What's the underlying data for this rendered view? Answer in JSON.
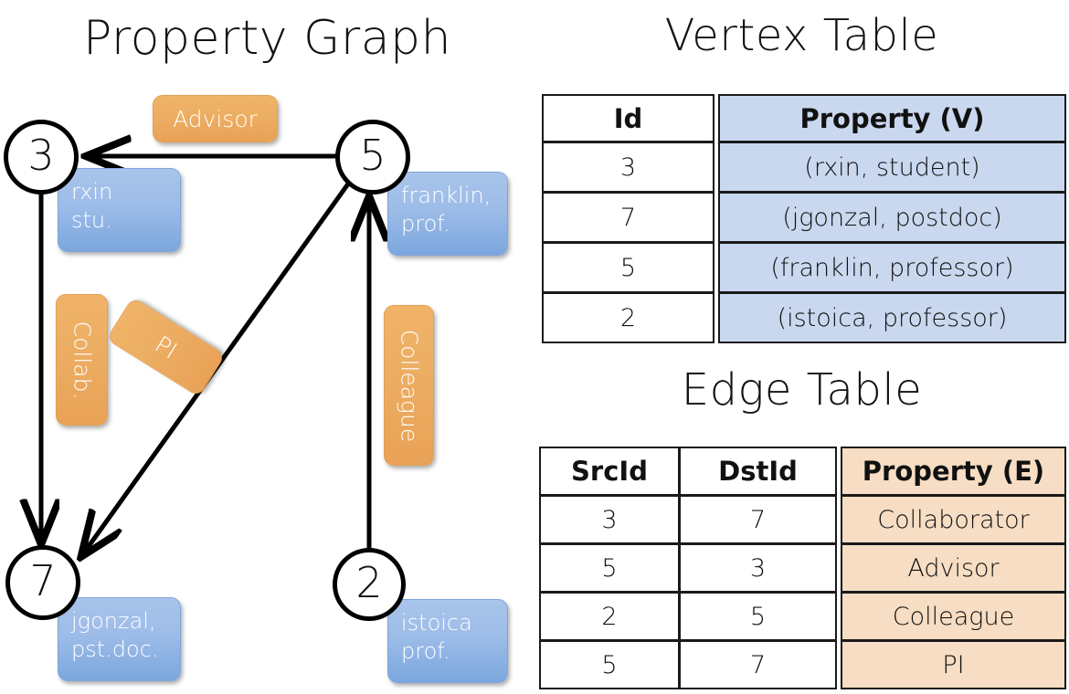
{
  "titles": {
    "property_graph": "Property Graph",
    "vertex_table": "Vertex Table",
    "edge_table": "Edge Table"
  },
  "graph": {
    "nodes": [
      {
        "id": "3",
        "label": "3",
        "property_line1": "rxin",
        "property_line2": "stu."
      },
      {
        "id": "5",
        "label": "5",
        "property_line1": "franklin,",
        "property_line2": "prof."
      },
      {
        "id": "7",
        "label": "7",
        "property_line1": "jgonzal,",
        "property_line2": "pst.doc."
      },
      {
        "id": "2",
        "label": "2",
        "property_line1": "istoica",
        "property_line2": "prof."
      }
    ],
    "edge_labels": [
      {
        "name": "advisor",
        "text": "Advisor"
      },
      {
        "name": "collab",
        "text": "Collab."
      },
      {
        "name": "pi",
        "text": "PI"
      },
      {
        "name": "colleague",
        "text": "Colleague"
      }
    ]
  },
  "vertex_table": {
    "headers": [
      "Id",
      "Property (V)"
    ],
    "rows": [
      {
        "id": "3",
        "property": "(rxin, student)"
      },
      {
        "id": "7",
        "property": "(jgonzal, postdoc)"
      },
      {
        "id": "5",
        "property": "(franklin, professor)"
      },
      {
        "id": "2",
        "property": "(istoica, professor)"
      }
    ]
  },
  "edge_table": {
    "headers": [
      "SrcId",
      "DstId",
      "Property (E)"
    ],
    "rows": [
      {
        "src": "3",
        "dst": "7",
        "property": "Collaborator"
      },
      {
        "src": "5",
        "dst": "3",
        "property": "Advisor"
      },
      {
        "src": "2",
        "dst": "5",
        "property": "Colleague"
      },
      {
        "src": "5",
        "dst": "7",
        "property": "PI"
      }
    ]
  },
  "colors": {
    "vertex_property_fill": "#c9d8ef",
    "edge_property_fill": "#f6ddc3",
    "node_property_box": "#9dbce8",
    "edge_label_box": "#eca85e",
    "stroke": "#000000",
    "background": "#ffffff"
  }
}
